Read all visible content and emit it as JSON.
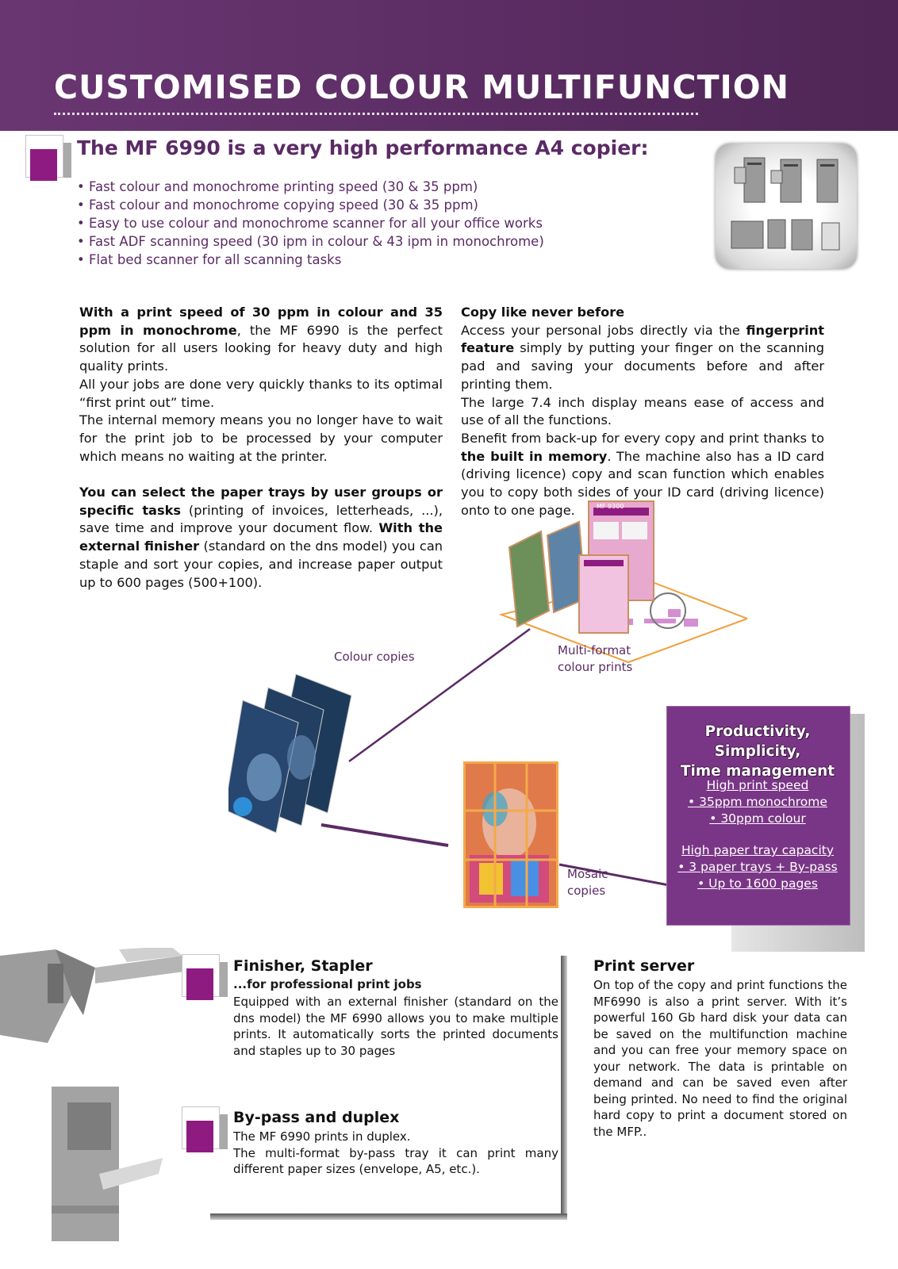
{
  "header": {
    "title": "CUSTOMISED COLOUR MULTIFUNCTION"
  },
  "intro": {
    "heading": "The MF 6990 is a very high performance A4 copier:",
    "bullets": [
      "• Fast colour and monochrome printing speed (30 & 35 ppm)",
      "• Fast colour and monochrome copying speed (30 & 35 ppm)",
      "• Easy to use colour and monochrome scanner for all your office works",
      "• Fast ADF scanning speed (30 ipm in colour & 43 ipm in monochrome)",
      "• Flat bed scanner for all scanning tasks"
    ]
  },
  "left_column": {
    "p1_bold": "With a print speed of 30 ppm in colour and 35 ppm in monochrome",
    "p1_rest": ", the MF 6990 is the perfect solution for all users looking for heavy duty and high quality prints.",
    "p2": "All your jobs are done very quickly thanks to its optimal “first print out” time.",
    "p3": "The internal memory means you no longer have to wait for the print job to be processed by your computer which means no waiting at the printer.",
    "p4_bold": "You can select the paper trays by user groups or specific tasks",
    "p4_mid": " (printing of invoices, letterheads, ...),  save time and improve your document flow. ",
    "p4_bold2": "With the external finisher",
    "p4_rest": " (standard on the dns model) you can staple and sort your copies, and increase paper output up to 600 pages (500+100)."
  },
  "right_column": {
    "heading": "Copy like never before",
    "p1_a": "Access your personal jobs directly via the ",
    "p1_bold": "fingerprint feature",
    "p1_b": " simply by putting your finger on the scanning pad and saving your documents before and after printing them.",
    "p2": "The large 7.4 inch display means ease of access and use of all the functions.",
    "p3_a": "Benefit from back-up for every copy and print thanks to ",
    "p3_bold": "the built in memory",
    "p3_b": ".  The machine also has a ID card (driving licence) copy and scan function which enables you to copy both sides of your ID card (driving licence) onto to one page."
  },
  "captions": {
    "colour_copies": "Colour copies",
    "multi_format_1": "Multi-format",
    "multi_format_2": "colour prints",
    "mosaic_1": "Mosaic",
    "mosaic_2": "copies",
    "brochure_label": "MF 9300"
  },
  "productivity_box": {
    "title_1": "Productivity, Simplicity,",
    "title_2": "Time management",
    "speed_heading": "High print speed",
    "speed_1": "• 35ppm monochrome",
    "speed_2": "• 30ppm colour",
    "tray_heading": "High paper tray capacity",
    "tray_1": "• 3 paper trays + By-pass",
    "tray_2": "• Up to 1600 pages"
  },
  "finisher": {
    "heading": "Finisher, Stapler",
    "subheading": "...for professional print jobs",
    "text": "Equipped with an external finisher (standard on the dns model) the MF 6990 allows you to make multiple prints. It automatically sorts the printed documents and staples up to 30 pages"
  },
  "bypass": {
    "heading": "By-pass and duplex",
    "text_1": "The MF 6990 prints in duplex.",
    "text_2": "The multi-format by-pass tray it can print many different paper sizes (envelope, A5, etc.)."
  },
  "print_server": {
    "heading": "Print server",
    "text": "On top of the copy and print functions the MF6990 is also a print server. With it’s powerful 160 Gb hard disk your data can be saved on the multifunction machine and you can free your memory space on your network. The data is printable on demand and can be saved even after being printed. No need to find the original hard copy to print a document stored on the MFP.."
  },
  "colors": {
    "purple": "#5b2a65",
    "magenta": "#8e1c80",
    "box": "#7a3686"
  }
}
